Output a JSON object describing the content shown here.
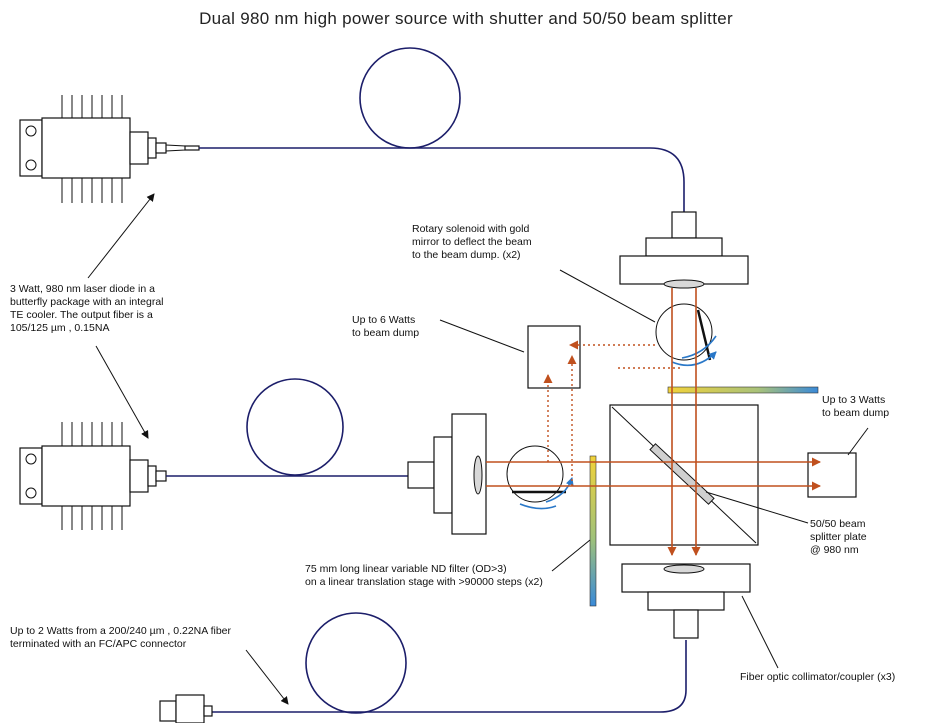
{
  "title": "Dual 980 nm high power source with shutter and 50/50 beam splitter",
  "labels": {
    "laser_diode": [
      "3 Watt, 980 nm laser diode in a",
      "butterfly package with an integral",
      "TE cooler. The output fiber is a",
      "105/125 µm , 0.15NA"
    ],
    "rotary_solenoid": [
      "Rotary solenoid with gold",
      "mirror to deflect the beam",
      "to the beam dump. (x2)"
    ],
    "beam_dump_6w": [
      "Up to 6 Watts",
      "to beam dump"
    ],
    "beam_dump_3w": [
      "Up to 3 Watts",
      "to beam dump"
    ],
    "beam_splitter": [
      "50/50 beam",
      "splitter plate",
      "@ 980 nm"
    ],
    "nd_filter": [
      "75 mm long linear variable ND filter (OD>3)",
      "on a linear translation stage with >90000 steps (x2)"
    ],
    "output_fiber": [
      "Up to 2 Watts from a 200/240 µm , 0.22NA fiber",
      "terminated with an FC/APC connector"
    ],
    "collimator": [
      "Fiber optic collimator/coupler (x3)"
    ]
  },
  "colors": {
    "fiber": "#1c1e6a",
    "beam": "#c0501e",
    "rotation_arrow": "#2a78c8",
    "nd_filter_top": "#f2d23a",
    "nd_filter_bottom": "#3a8ad8"
  }
}
